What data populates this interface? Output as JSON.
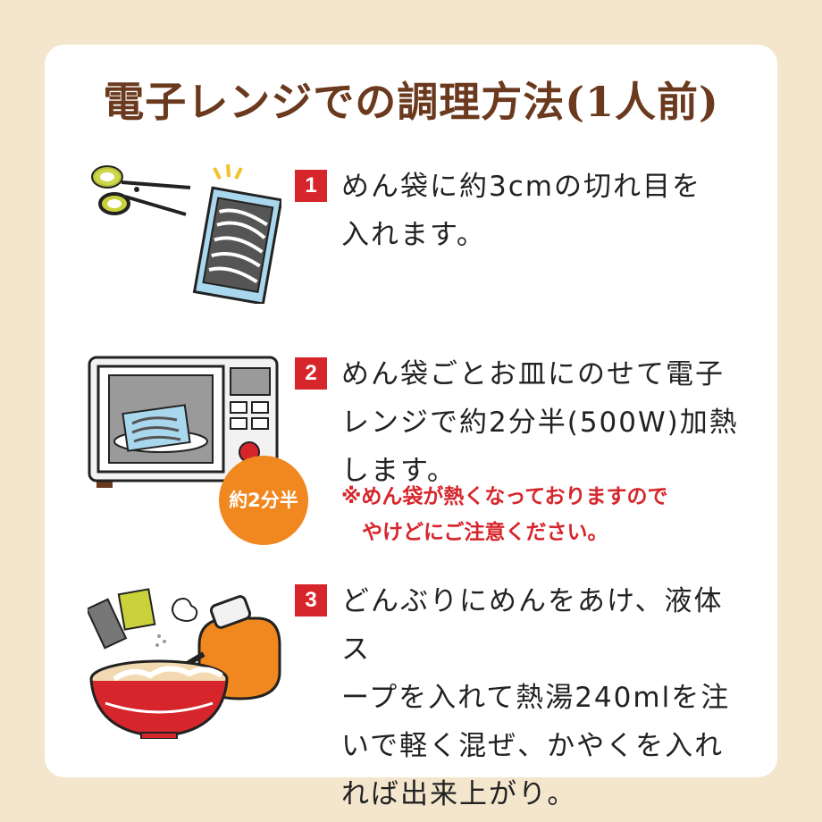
{
  "title": "電子レンジでの調理方法(1人前)",
  "steps": [
    {
      "number": "1",
      "text": "めん袋に約3cmの切れ目を\n入れます。"
    },
    {
      "number": "2",
      "text": "めん袋ごとお皿にのせて電子\nレンジで約2分半(500W)加熱\nします。"
    },
    {
      "number": "3",
      "text": "どんぶりにめんをあけ、液体ス\nープを入れて熱湯240mlを注\nいで軽く混ぜ、かやくを入れ\nれば出来上がり。"
    }
  ],
  "warning": "※めん袋が熱くなっておりますので\n　やけどにご注意ください。",
  "badge": "約2分半",
  "colors": {
    "background": "#f4e6cd",
    "title": "#6b3a1e",
    "step_number_bg": "#d6262c",
    "warning": "#d6262c",
    "badge": "#f0871f"
  },
  "icons": [
    "scissors-icon",
    "noodle-pack-icon",
    "microwave-icon",
    "noodle-bowl-icon",
    "kettle-icon",
    "seasoning-packet-icon"
  ]
}
